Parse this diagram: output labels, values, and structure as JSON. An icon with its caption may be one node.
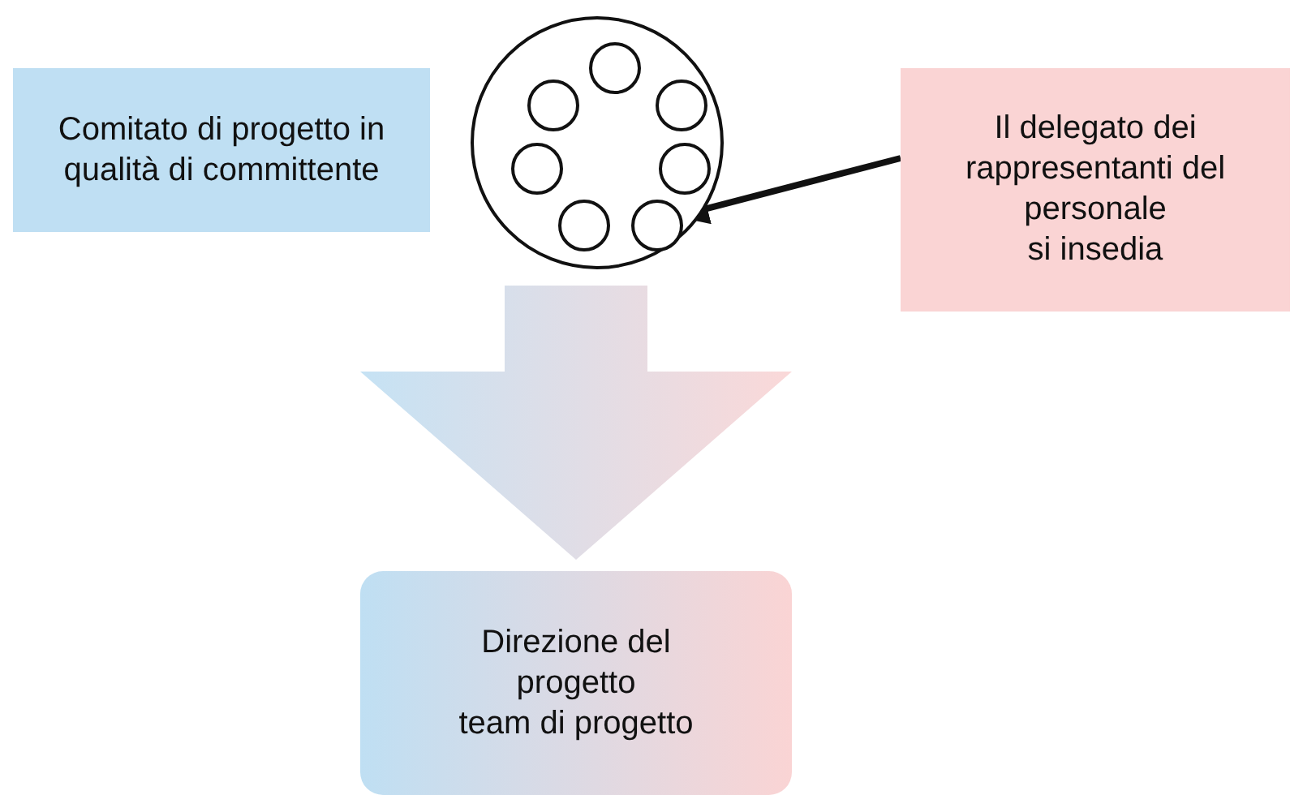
{
  "diagram": {
    "nodes": [
      {
        "text": [
          "Comitato di progetto in qualità di committente"
        ]
      },
      {
        "text": [],
        "shape": "circle"
      },
      {
        "text": [],
        "shape": "circle",
        "in": 1
      },
      {
        "text": [],
        "shape": "circle",
        "in": 1
      },
      {
        "text": [],
        "shape": "circle",
        "in": 1
      },
      {
        "text": [],
        "shape": "circle",
        "in": 1
      },
      {
        "text": [],
        "shape": "circle",
        "in": 1
      },
      {
        "text": [],
        "shape": "circle",
        "in": 1
      },
      {
        "text": [],
        "shape": "circle",
        "in": 1
      },
      {
        "text": [
          "Il delegato dei rappresentanti del personale",
          "si insedia"
        ]
      },
      {
        "text": [
          "Direzione del progetto",
          "team di progetto"
        ]
      }
    ],
    "edges": [
      {
        "from": 9,
        "to": 8,
        "arrow": "to"
      },
      {
        "from": 1,
        "to": 10,
        "arrow": "to",
        "style": "thick"
      }
    ]
  }
}
